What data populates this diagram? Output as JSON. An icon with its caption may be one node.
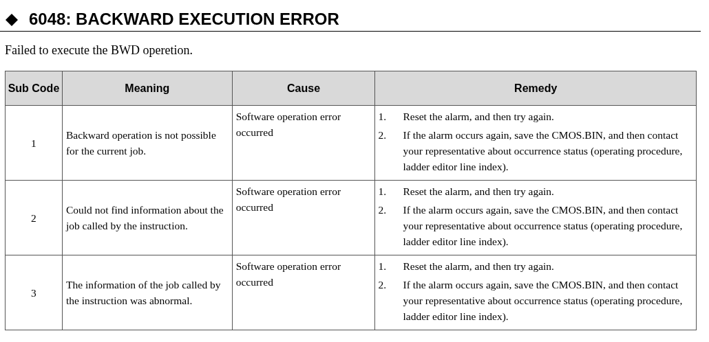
{
  "diagram": {
    "title": "6048: BACKWARD EXECUTION ERROR",
    "labels": [
      "Failed to execute the BWD operetion.",
      "Sub Code",
      "Meaning",
      "Cause",
      "Remedy",
      "1",
      "Backward operation is not possible for the current job.",
      "Software operation error occurred",
      "1.",
      "Reset the alarm, and then try again.",
      "2.",
      "If the alarm occurs again, save the CMOS.BIN, and then contact your representative about occurrence status (operating procedure, ladder editor line index).",
      "2",
      "Could not find information about the job called by the instruction.",
      "Software operation error occurred",
      "1.",
      "Reset the alarm, and then try again.",
      "2.",
      "If the alarm occurs again, save the CMOS.BIN, and then contact your representative about occurrence status (operating procedure, ladder editor line index).",
      "3",
      "The information of the job called by the instruction was abnormal.",
      "Software operation error occurred",
      "1.",
      "Reset the alarm, and then try again.",
      "2.",
      "If the alarm occurs again, save the CMOS.BIN, and then contact your representative about occurrence status (operating procedure, ladder editor line index)."
    ]
  }
}
